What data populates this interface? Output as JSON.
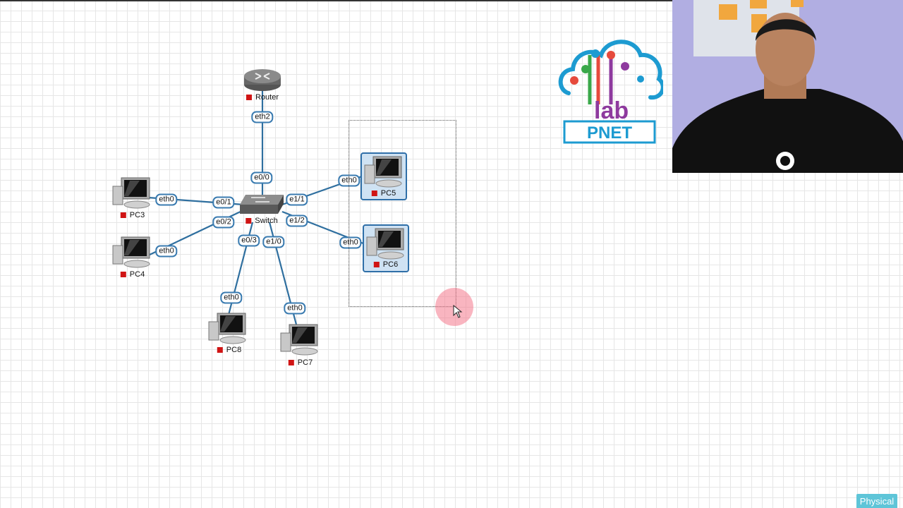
{
  "nodes": {
    "router": "Router",
    "switch": "Switch",
    "pc3": "PC3",
    "pc4": "PC4",
    "pc5": "PC5",
    "pc6": "PC6",
    "pc7": "PC7",
    "pc8": "PC8"
  },
  "interfaces": {
    "router_eth2": "eth2",
    "sw_e0_0": "e0/0",
    "sw_e0_1": "e0/1",
    "sw_e0_2": "e0/2",
    "sw_e0_3": "e0/3",
    "sw_e1_0": "e1/0",
    "sw_e1_1": "e1/1",
    "sw_e1_2": "e1/2",
    "pc3_eth0": "eth0",
    "pc4_eth0": "eth0",
    "pc5_eth0": "eth0",
    "pc6_eth0": "eth0",
    "pc7_eth0": "eth0",
    "pc8_eth0": "eth0"
  },
  "logo": {
    "text": "PNET",
    "sub": "lab"
  },
  "status_color": "#d01414",
  "link_color": "#2f6f9f",
  "footer": {
    "mode_label": "Physical"
  }
}
